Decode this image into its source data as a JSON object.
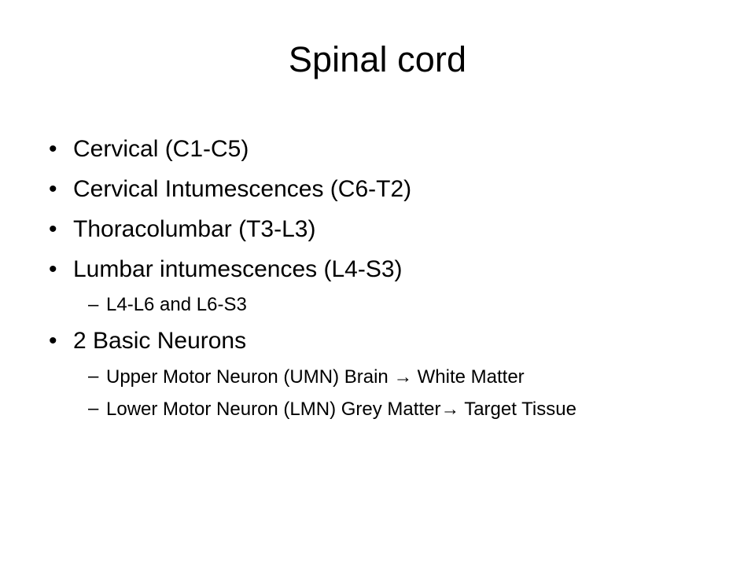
{
  "slide": {
    "title": "Spinal cord",
    "background_color": "#ffffff",
    "text_color": "#000000",
    "bullet_marker_level1": "•",
    "bullet_marker_level2": "–",
    "arrow_glyph": "→",
    "items": [
      {
        "level": 1,
        "text": "Cervical (C1-C5)"
      },
      {
        "level": 1,
        "text": "Cervical Intumescences (C6-T2)"
      },
      {
        "level": 1,
        "text": "Thoracolumbar (T3-L3)"
      },
      {
        "level": 1,
        "text": "Lumbar intumescences (L4-S3)"
      },
      {
        "level": 2,
        "text": "L4-L6 and L6-S3"
      },
      {
        "level": 1,
        "text": "2 Basic Neurons"
      },
      {
        "level": 2,
        "text": "Upper Motor Neuron (UMN) Brain → White Matter",
        "pre_arrow": "Upper Motor Neuron (UMN) Brain ",
        "post_arrow": " White Matter"
      },
      {
        "level": 2,
        "text": "Lower Motor Neuron (LMN) Grey Matter→ Target Tissue",
        "pre_arrow": "Lower Motor Neuron (LMN) Grey Matter",
        "post_arrow": " Target Tissue"
      }
    ]
  }
}
